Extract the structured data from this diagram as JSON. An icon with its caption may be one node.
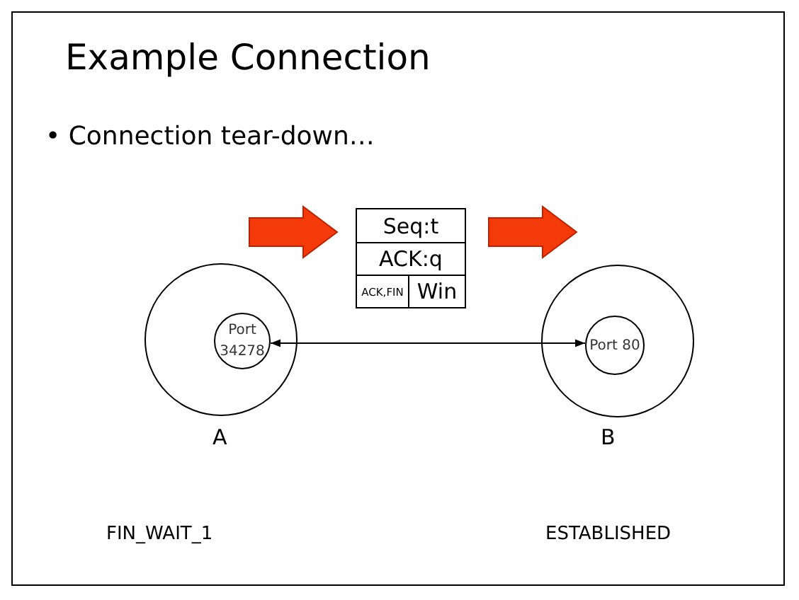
{
  "diagram": {
    "title": "Example Connection",
    "nodes": [
      {
        "text": [],
        "shape": "circle",
        "beside": [
          "A"
        ]
      },
      {
        "text": [
          "Port 34278"
        ],
        "in": 0
      },
      {
        "text": [],
        "shape": "circle",
        "beside": [
          "B"
        ]
      },
      {
        "text": [
          "Port 80"
        ],
        "in": 2
      }
    ],
    "edges": [
      {
        "from": 1,
        "to": 3,
        "arrow": "both"
      }
    ],
    "labels": [
      "• Connection tear-down…",
      "Seq:t",
      "ACK:q",
      "ACK,FIN",
      "Win",
      "FIN_WAIT_1",
      "ESTABLISHED"
    ]
  }
}
